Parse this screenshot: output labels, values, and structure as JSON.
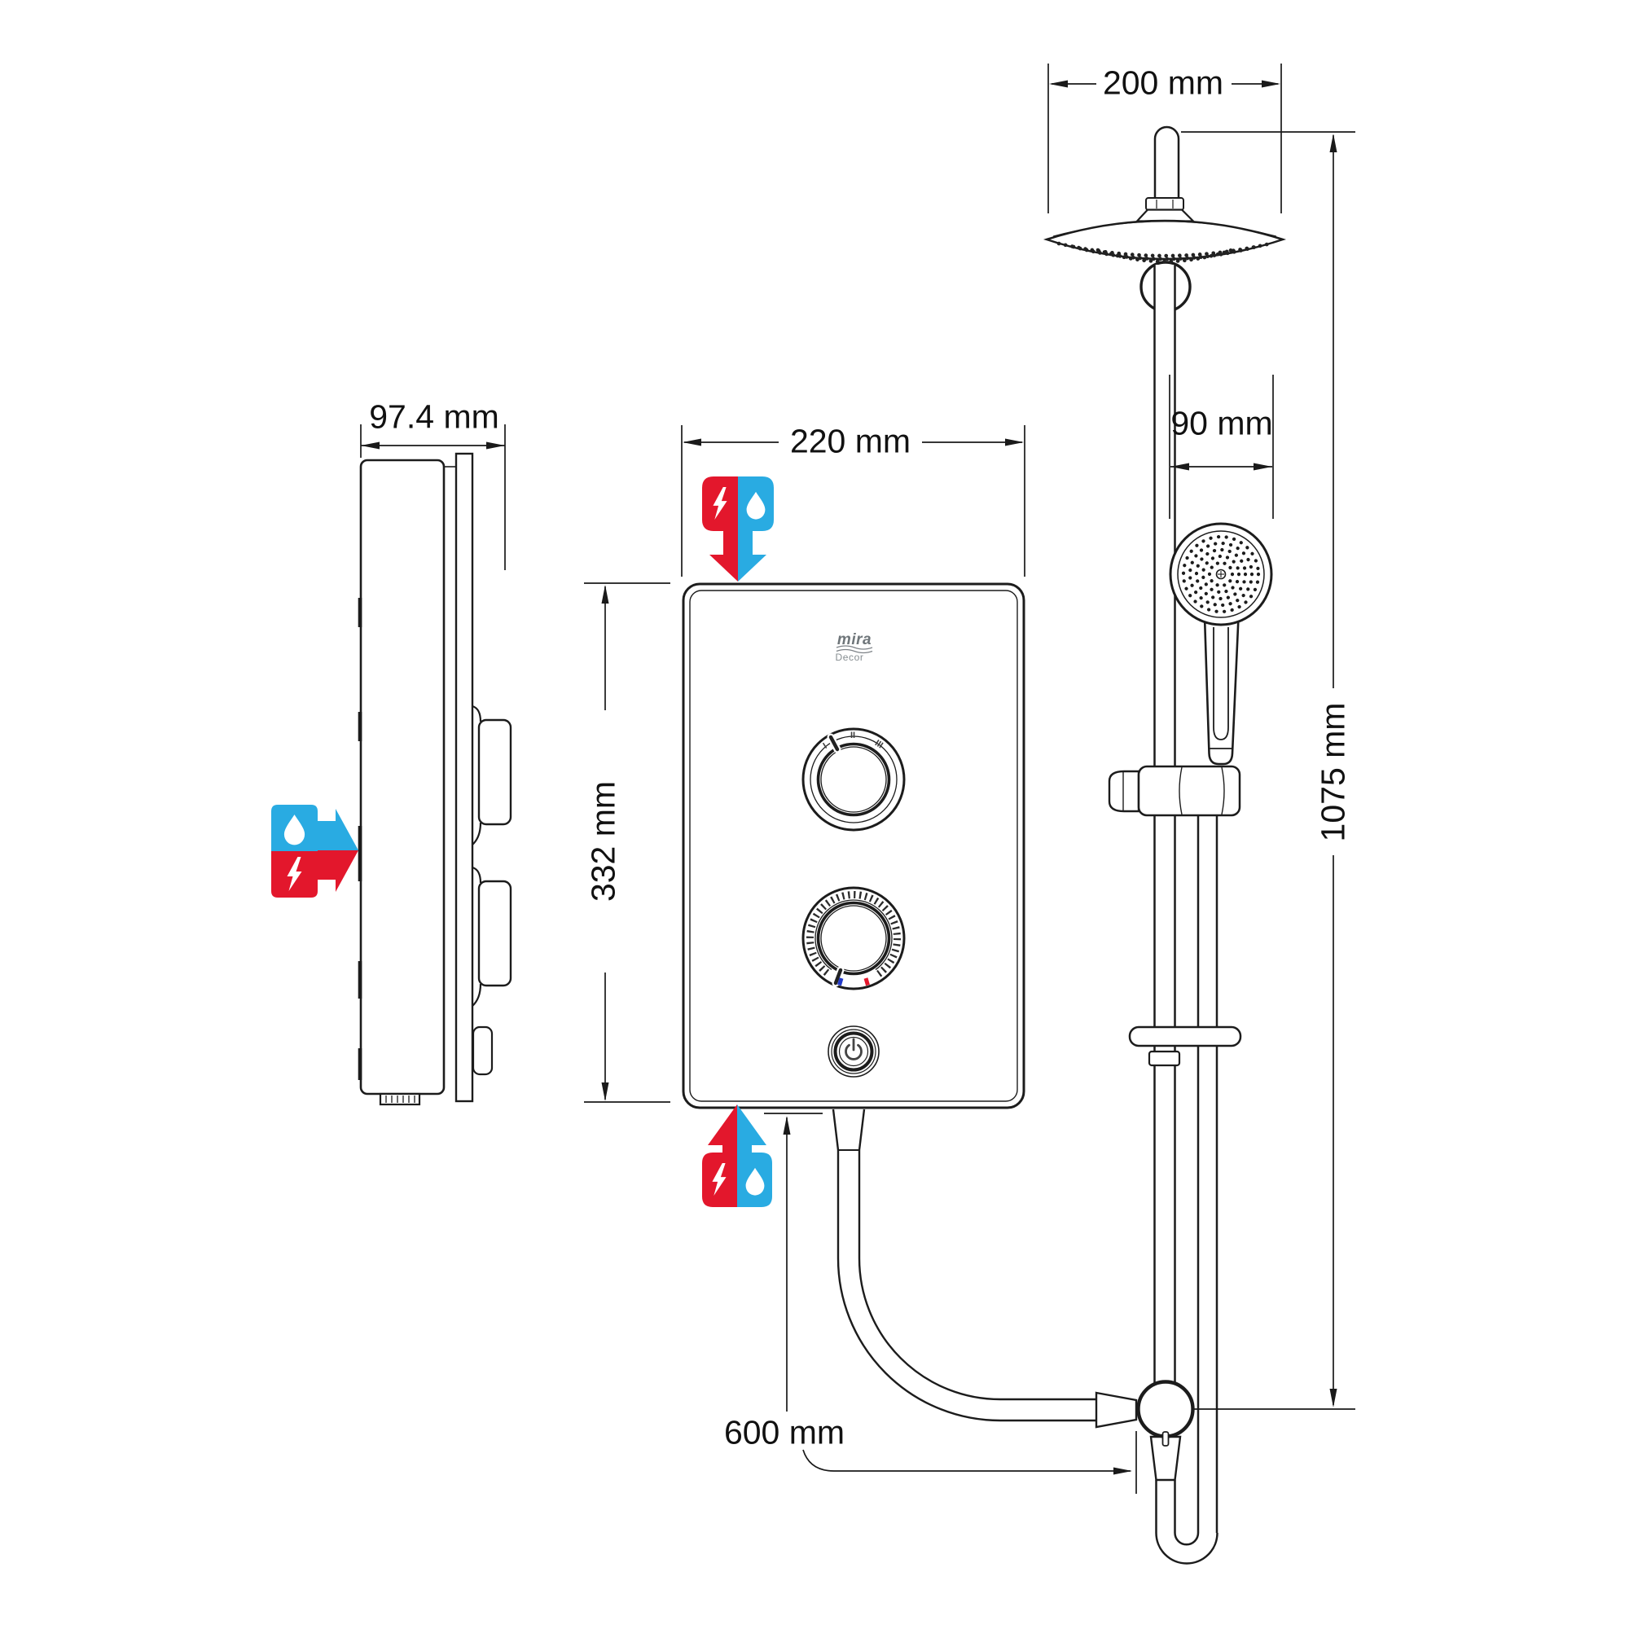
{
  "product": {
    "brand": "mira",
    "model": "Decor"
  },
  "dimensions": {
    "side_depth": "97.4 mm",
    "front_width": "220 mm",
    "front_height": "332 mm",
    "overhead_head_width": "200 mm",
    "handset_head_width": "90 mm",
    "rail_assembly_height": "1075 mm",
    "hose_run": "600 mm"
  },
  "front_panel": {
    "selector_marks": [
      "I",
      "II",
      "III"
    ]
  },
  "icons": {
    "side_connection": "water-electric-right-arrow-icon",
    "top_inlet": "electric-water-down-arrow-icon",
    "bottom_outlet": "electric-water-up-arrow-icon",
    "power_button": "power-icon"
  },
  "colors": {
    "electric_red": "#e3172c",
    "water_blue": "#29abe2",
    "cold_mark_blue": "#2239c8",
    "hot_mark_red": "#e3172c",
    "line": "#1c1c1c",
    "logo_grey": "#7d8287"
  }
}
